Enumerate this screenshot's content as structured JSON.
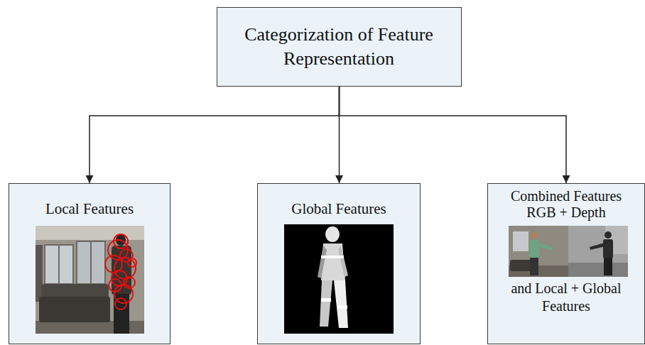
{
  "diagram": {
    "nodes": [
      {
        "text": [
          "Categorization of Feature Representation"
        ]
      },
      {
        "text": [
          "Local Features"
        ]
      },
      {
        "text": [
          "Global Features"
        ]
      },
      {
        "text": [
          "Combined Features RGB + Depth",
          "and Local + Global Features"
        ]
      }
    ],
    "edges": [
      {
        "from": 0,
        "to": 1,
        "arrow": "to"
      },
      {
        "from": 0,
        "to": 2,
        "arrow": "to"
      },
      {
        "from": 0,
        "to": 3,
        "arrow": "to"
      }
    ]
  }
}
